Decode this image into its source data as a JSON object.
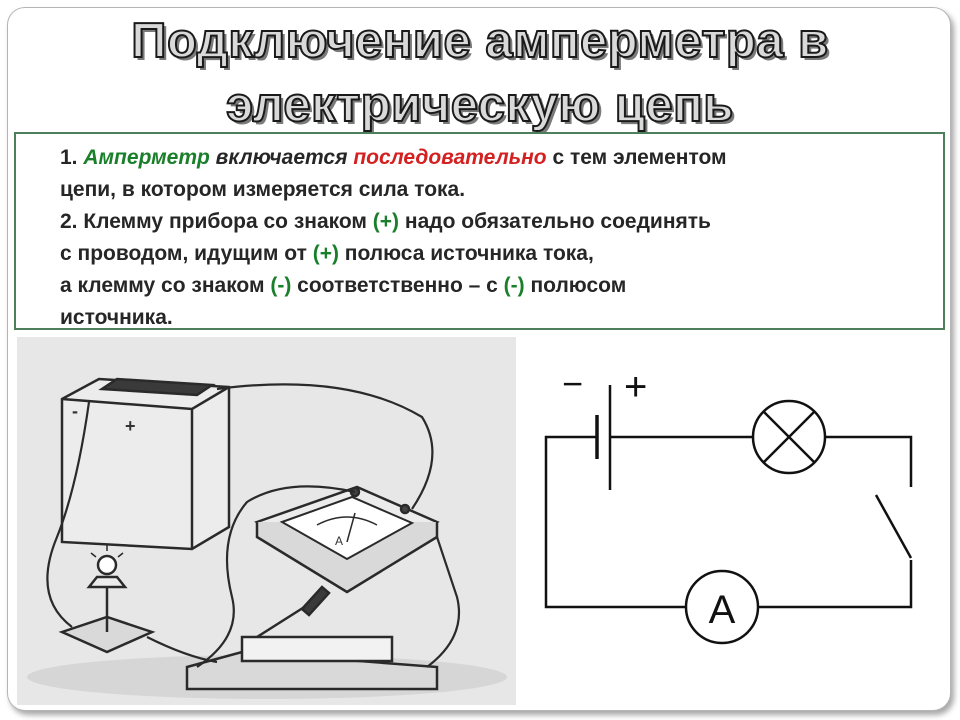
{
  "title": {
    "line1": "Подключение амперметра в",
    "line2": "электрическую цепь"
  },
  "text": {
    "p1_num": "1. ",
    "p1_w1": "Амперметр",
    "p1_w2": " включается ",
    "p1_w3": "последовательно",
    "p1_rest": " с тем элементом",
    "p1_line2": "цепи, в котором измеряется сила тока.",
    "p2_a": "2. Клемму прибора со знаком ",
    "p2_plus": "(+)",
    "p2_b": " надо обязательно соединять",
    "p2_c": "с проводом, идущим от ",
    "p2_plus2": "(+)",
    "p2_d": " полюса источника тока,",
    "p2_e": "а клемму со знаком ",
    "p2_minus": "(-)",
    "p2_f": " соответственно – с ",
    "p2_minus2": "(-)",
    "p2_g": " полюсом",
    "p2_h": "источника."
  },
  "figure_photo": {
    "battery_minus": "-",
    "battery_plus": "+",
    "meter_symbol": "A"
  },
  "schematic": {
    "minus_label": "−",
    "plus_label": "+",
    "ammeter_label": "A"
  },
  "colors": {
    "green_emphasis": "#1a7f2a",
    "red_emphasis": "#d42020",
    "frame_border": "#4d7f5a"
  }
}
